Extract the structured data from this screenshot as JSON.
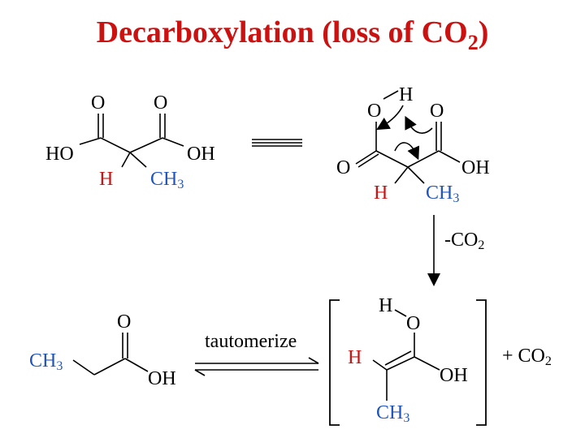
{
  "title": {
    "main": "Decarboxylation (loss of CO",
    "sub": "2",
    "close": ")"
  },
  "colors": {
    "title": "#cc1111",
    "methyl": "#2255bb",
    "hydrogen": "#cc1111",
    "bonds": "#000000"
  },
  "malonic": {
    "o_left": "O",
    "o_right": "O",
    "ho": "HO",
    "oh": "OH",
    "h": "H",
    "ch3_main": "CH",
    "ch3_sub": "3"
  },
  "transition": {
    "h_top": "H",
    "o_upper_left": "O",
    "o_upper_right": "O",
    "o_lower": "O",
    "oh": "OH",
    "h": "H",
    "ch3_main": "CH",
    "ch3_sub": "3"
  },
  "step_minus_co2": {
    "main": "-CO",
    "sub": "2"
  },
  "enol": {
    "h_top": "H",
    "o": "O",
    "h_left": "H",
    "oh": "OH",
    "ch3_main": "CH",
    "ch3_sub": "3"
  },
  "byproduct": {
    "main": "+  CO",
    "sub": "2"
  },
  "propanoic": {
    "o": "O",
    "ch3_main": "CH",
    "ch3_sub": "3",
    "oh": "OH"
  },
  "tautomerize_label": "tautomerize"
}
